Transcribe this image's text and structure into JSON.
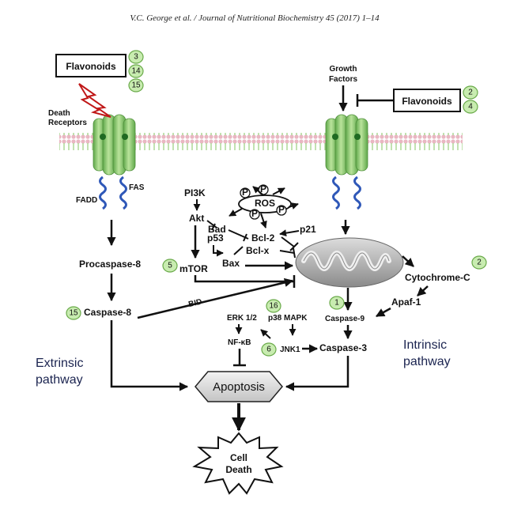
{
  "header": "V.C. George et al. / Journal of Nutritional Biochemistry 45 (2017) 1–14",
  "labels": {
    "flavonoids_left": "Flavonoids",
    "flavonoids_right": "Flavonoids",
    "death_receptors_1": "Death",
    "death_receptors_2": "Receptors",
    "growth_factors_1": "Growth",
    "growth_factors_2": "Factors",
    "fadd": "FADD",
    "fas": "FAS",
    "pi3k": "PI3K",
    "akt": "Akt",
    "bad": "Bad",
    "p53": "p53",
    "bcl2": "Bcl-2",
    "bclx": "Bcl-x",
    "bax": "Bax",
    "p21": "p21",
    "ros": "ROS",
    "p": "P",
    "mtor": "mTOR",
    "procaspase8": "Procaspase-8",
    "caspase8": "Caspase-8",
    "bid": "BID",
    "cytochrome_c": "Cytochrome-C",
    "apaf1": "Apaf-1",
    "caspase9": "Caspase-9",
    "caspase3": "Caspase-3",
    "erk": "ERK 1/2",
    "p38": "p38 MAPK",
    "nfkb": "NF-κB",
    "jnk1": "JNK1",
    "apoptosis": "Apoptosis",
    "cell": "Cell",
    "death": "Death",
    "extrinsic_1": "Extrinsic",
    "extrinsic_2": "pathway",
    "intrinsic_1": "Intrinsic",
    "intrinsic_2": "pathway"
  },
  "badges": {
    "b3": "3",
    "b14": "14",
    "b15a": "15",
    "b2a": "2",
    "b4": "4",
    "b5": "5",
    "b15b": "15",
    "b16": "16",
    "b1": "1",
    "b6": "6",
    "b2b": "2"
  },
  "colors": {
    "receptor_green": "#8cc96a",
    "receptor_dark": "#2f7a2a",
    "membrane_pink": "#e9b7c2",
    "membrane_green": "#a8d590",
    "badge_fill": "#c8ecb0",
    "fadd_blue": "#2f58b8",
    "lightning_red": "#c01818",
    "pathway_text": "#1b2450"
  }
}
